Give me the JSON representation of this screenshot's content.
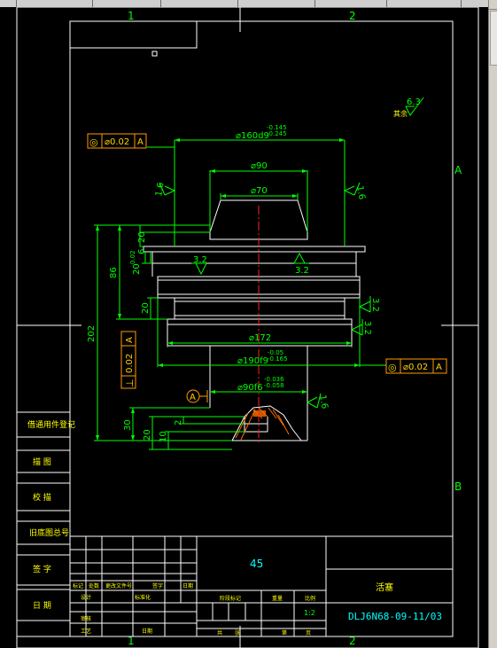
{
  "colors": {
    "background": "#000000",
    "frame": "#ffffff",
    "geometry": "#ffffff",
    "dimension": "#00ff00",
    "cyan": "#00ffff",
    "yellow": "#ffff00",
    "center_line": "#ff0000",
    "hatch": "#ff6a00",
    "datum_box": "#ff9a00",
    "datum_text": "#ffd400"
  },
  "border": {
    "zone_top_1": "1",
    "zone_top_2": "2",
    "zone_bottom_1": "1",
    "zone_bottom_2": "2",
    "zone_right_a": "A",
    "zone_right_b": "B"
  },
  "roughness": {
    "general_label": "其余",
    "general_value": "6.3",
    "r1": "1.6",
    "r2": "1.6",
    "r3": "3.2",
    "r4": "3.2",
    "r5": "3.2",
    "r6": "3.2",
    "r7": "1.6"
  },
  "dimensions": {
    "d160": "⌀160d9",
    "d160_upper": "-0.145",
    "d160_lower": "-0.245",
    "d90_top": "⌀90",
    "d70": "⌀70",
    "d172": "⌀172",
    "d190": "⌀190f9",
    "d190_upper": "-0.05",
    "d190_lower": "-0.165",
    "d90f6": "⌀90f6",
    "d90f6_upper": "-0.036",
    "d90f6_lower": "-0.058",
    "h202": "202",
    "h86": "86",
    "h6": "6",
    "h20a": "20",
    "h20b": "20",
    "h20c": "20",
    "h002": "0.02",
    "h30": "30",
    "h20d": "20",
    "h10": "10",
    "h2": "2"
  },
  "gdt": {
    "top_symbol": "◎",
    "top_value": "⌀0.02",
    "top_datum": "A",
    "right_symbol": "◎",
    "right_value": "⌀0.02",
    "right_datum": "A",
    "vertical_symbol": "⊥",
    "vertical_value": "0.02",
    "vertical_datum": "A",
    "datum_label": "A"
  },
  "side_table": {
    "rows": [
      "借通用件登记",
      "描 图",
      "校 描",
      "旧底图总号",
      "签 字",
      "日 期"
    ]
  },
  "title_block": {
    "material": "45",
    "part_name": "活塞",
    "drawing_number": "DLJ6N68-09-11/03",
    "scale_value": "1:2",
    "row_labels_1": [
      "标记",
      "处数",
      "更改文件号",
      "签字",
      "日期"
    ],
    "row_labels_2": [
      "设计",
      "标准化"
    ],
    "row_labels_3": [
      "审核"
    ],
    "row_labels_4": [
      "工艺",
      "日期"
    ],
    "mid_labels": [
      "阶段标记",
      "重量",
      "比例"
    ],
    "bottom_labels": [
      "共",
      "张",
      "第",
      "页"
    ]
  }
}
